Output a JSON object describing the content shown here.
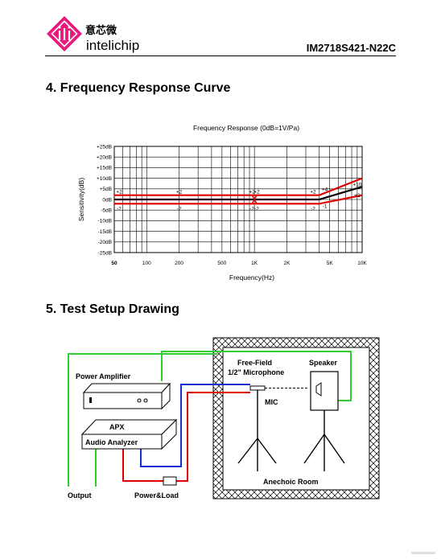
{
  "header": {
    "brand_cn": "意芯微",
    "brand_en": "intelichip",
    "doc_code": "IM2718S421-N22C"
  },
  "sections": {
    "freq_title": "4. Frequency Response Curve",
    "setup_title": "5. Test Setup Drawing"
  },
  "chart_data": {
    "type": "line",
    "title": "Frequency Response (0dB=1V/Pa)",
    "xlabel": "Frequency(Hz)",
    "ylabel": "Sensitivity(dB)",
    "xscale": "log",
    "xlim": [
      50,
      10000
    ],
    "ylim": [
      -25,
      25
    ],
    "grid": true,
    "x_ticks": [
      {
        "value": 50,
        "label": "50"
      },
      {
        "value": 100,
        "label": "100"
      },
      {
        "value": 200,
        "label": "200"
      },
      {
        "value": 500,
        "label": "500"
      },
      {
        "value": 1000,
        "label": "1K"
      },
      {
        "value": 2000,
        "label": "2K"
      },
      {
        "value": 5000,
        "label": "5K"
      },
      {
        "value": 10000,
        "label": "10K"
      }
    ],
    "y_ticks": [
      {
        "value": 25,
        "label": "+25dB"
      },
      {
        "value": 20,
        "label": "+20dB"
      },
      {
        "value": 15,
        "label": "+15dB"
      },
      {
        "value": 10,
        "label": "+10dB"
      },
      {
        "value": 5,
        "label": "+5dB"
      },
      {
        "value": 0,
        "label": "0dB"
      },
      {
        "value": -5,
        "label": "-5dB"
      },
      {
        "value": -10,
        "label": "-10dB"
      },
      {
        "value": -15,
        "label": "-15dB"
      },
      {
        "value": -20,
        "label": "-20dB"
      },
      {
        "value": -25,
        "label": "-25dB"
      }
    ],
    "series": [
      {
        "color": "#e00000",
        "points": [
          [
            50,
            2
          ],
          [
            1000,
            2
          ],
          [
            4000,
            2
          ],
          [
            10000,
            10
          ]
        ]
      },
      {
        "color": "#000000",
        "points": [
          [
            50,
            0
          ],
          [
            1000,
            0
          ],
          [
            4000,
            0
          ],
          [
            10000,
            6
          ]
        ]
      },
      {
        "color": "#e00000",
        "points": [
          [
            50,
            -2
          ],
          [
            1000,
            -2
          ],
          [
            4000,
            -2
          ],
          [
            10000,
            2
          ]
        ]
      }
    ],
    "annotations": [
      {
        "x": 50,
        "y": 2,
        "text": "+2"
      },
      {
        "x": 200,
        "y": 2,
        "text": "+2"
      },
      {
        "x": 950,
        "y": 2,
        "text": "+2"
      },
      {
        "x": 1050,
        "y": 2,
        "text": "+2"
      },
      {
        "x": 3500,
        "y": 2,
        "text": "+2"
      },
      {
        "x": 4500,
        "y": 3.3,
        "text": "+4"
      },
      {
        "x": 9000,
        "y": 5.5,
        "text": "+10"
      },
      {
        "x": 50,
        "y": -2,
        "text": "-2"
      },
      {
        "x": 200,
        "y": -2,
        "text": "-2"
      },
      {
        "x": 950,
        "y": -2,
        "text": "-2"
      },
      {
        "x": 1050,
        "y": -2,
        "text": "-2"
      },
      {
        "x": 3500,
        "y": -2,
        "text": "-2"
      },
      {
        "x": 4500,
        "y": -1,
        "text": "-1"
      },
      {
        "x": 9000,
        "y": 0.3,
        "text": "+2"
      }
    ]
  },
  "setup": {
    "power_amplifier": "Power Amplifier",
    "apx": "APX",
    "audio_analyzer": "Audio Analyzer",
    "free_field": "Free-Field",
    "microphone": "1/2\" Microphone",
    "speaker": "Speaker",
    "mic": "MIC",
    "anechoic_room": "Anechoic Room",
    "output": "Output",
    "power_load": "Power&Load",
    "colors": {
      "green": "#33cc33",
      "red": "#e00000",
      "blue": "#1a2fcc"
    }
  }
}
